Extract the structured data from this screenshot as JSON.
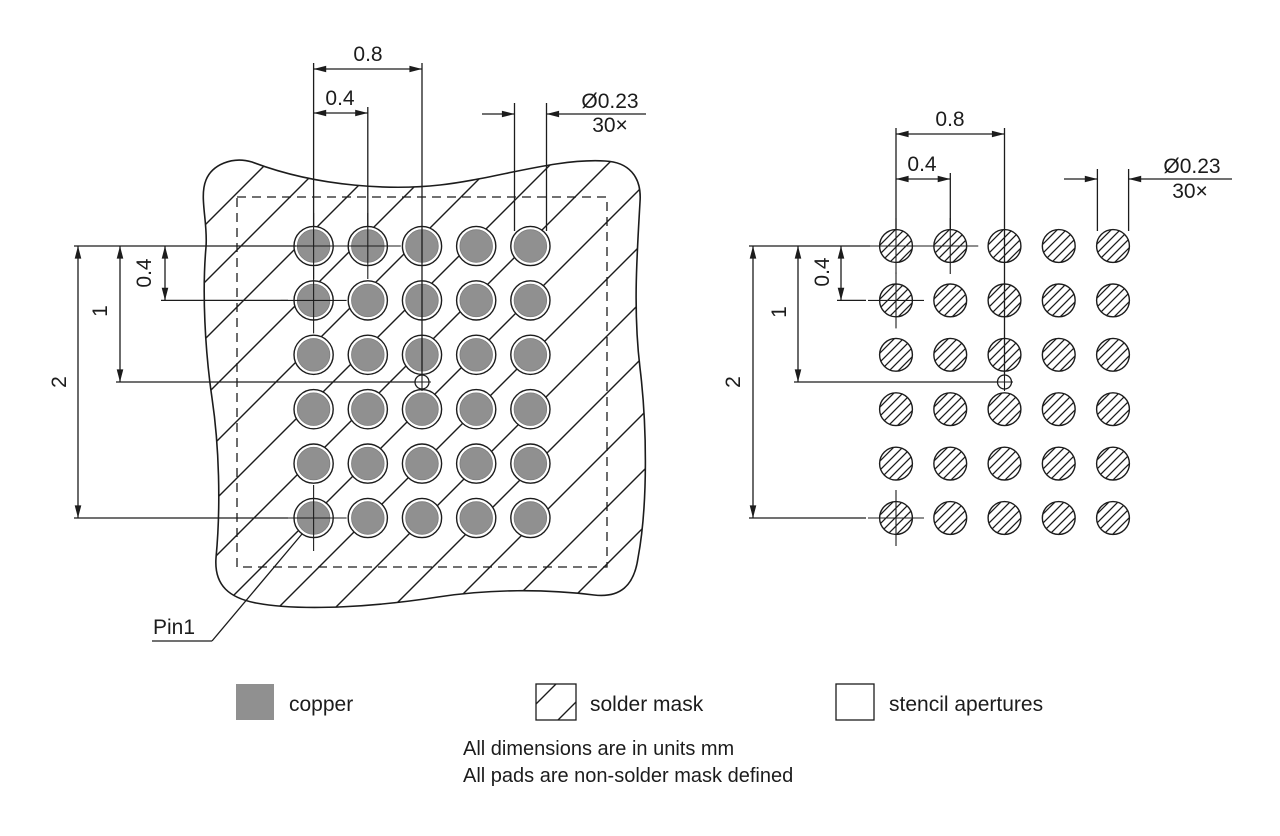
{
  "dims": {
    "d08": "0.8",
    "d04": "0.4",
    "dia": "Ø0.23",
    "count": "30×",
    "d1": "1",
    "d2": "2"
  },
  "labels": {
    "pin1": "Pin1"
  },
  "legend": {
    "items": [
      {
        "label": "copper"
      },
      {
        "label": "solder mask"
      },
      {
        "label": "stencil apertures"
      }
    ]
  },
  "notes": [
    "All dimensions are in units mm",
    "All pads are non-solder mask defined"
  ],
  "grid": {
    "rows": 6,
    "cols": 5,
    "pad_count": 30
  },
  "colors": {
    "copper": "#909090",
    "line": "#1c1c1c"
  }
}
